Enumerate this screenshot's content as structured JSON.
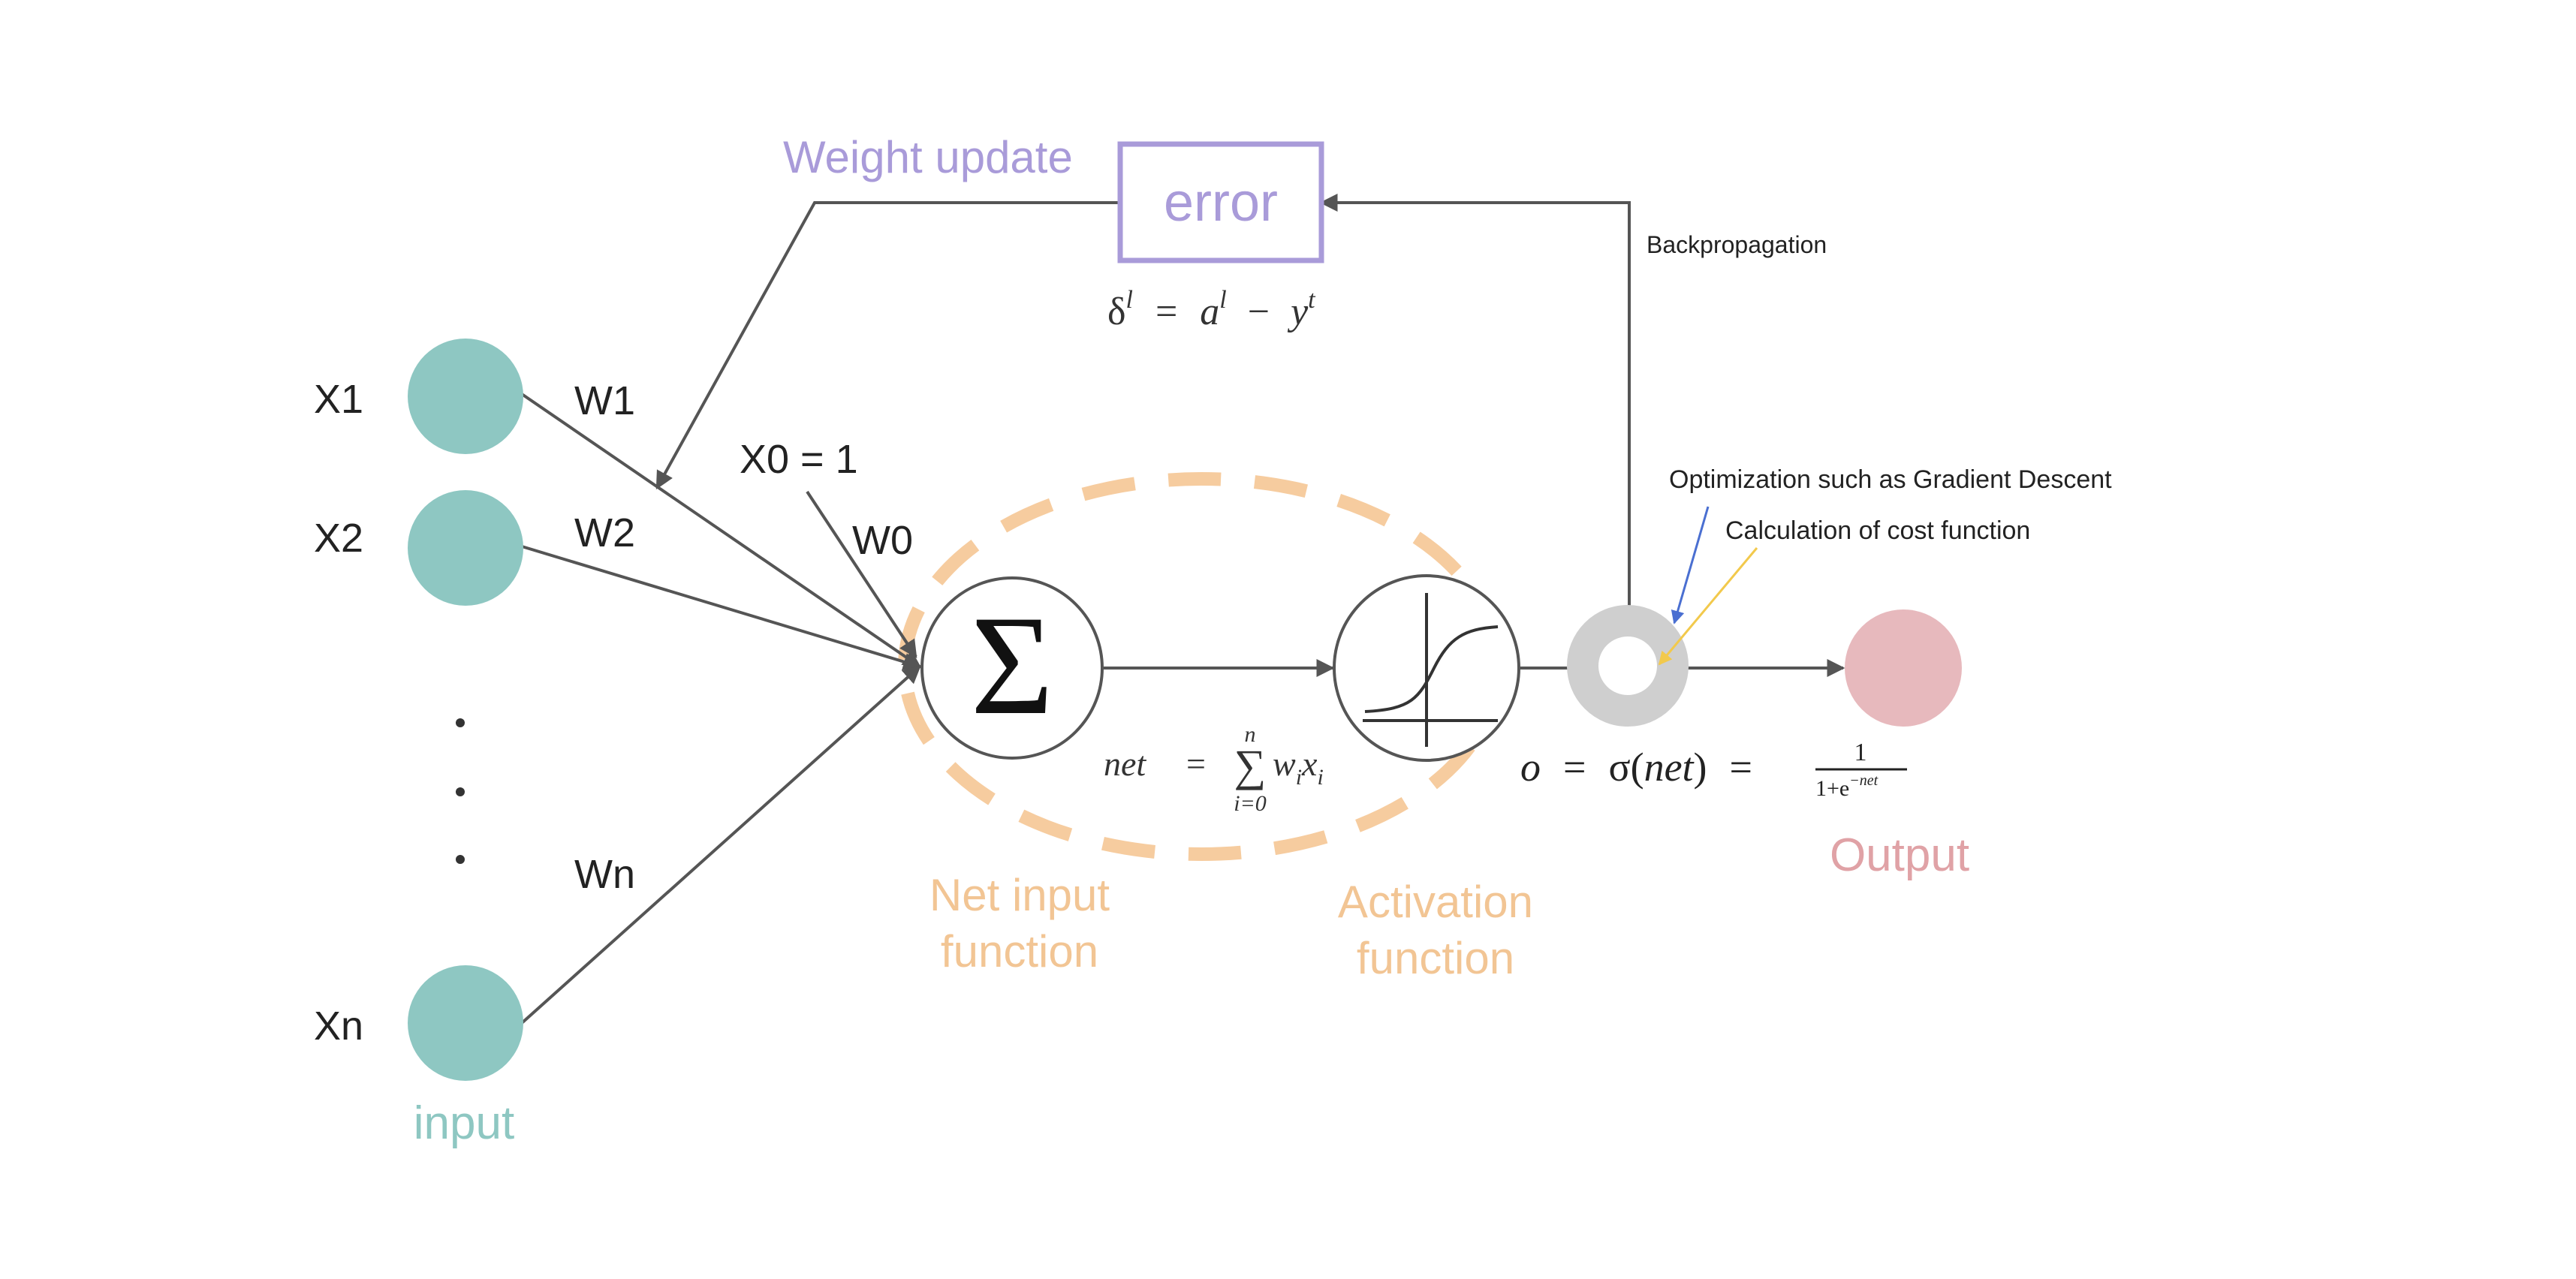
{
  "diagram": {
    "inputs": [
      {
        "label": "X1",
        "weight": "W1"
      },
      {
        "label": "X2",
        "weight": "W2"
      },
      {
        "label": "Xn",
        "weight": "Wn"
      }
    ],
    "input_caption": "input",
    "bias": {
      "label": "X0 = 1",
      "weight": "W0"
    },
    "weight_update_label": "Weight update",
    "error_box_label": "error",
    "error_formula": {
      "delta": "δ",
      "sup_l": "l",
      "eq": "=",
      "a": "a",
      "minus": "−",
      "y": "y",
      "sup_t": "t"
    },
    "backprop_label": "Backpropagation",
    "optimization_label": "Optimization such as Gradient Descent",
    "cost_label": "Calculation of cost function",
    "sum_symbol": "Σ",
    "net_formula": {
      "net": "net",
      "eq": "=",
      "sum": "∑",
      "upper": "n",
      "lower": "i=0",
      "w": "w",
      "x": "x",
      "sub_i": "i"
    },
    "output_formula": {
      "o": "o",
      "eq": "=",
      "sigma": "σ",
      "lparen": "(",
      "net": "net",
      "rparen": ")",
      "one": "1",
      "denom": "1+e",
      "sup": "−net"
    },
    "net_input_label": {
      "line1": "Net input",
      "line2": "function"
    },
    "activation_label": {
      "line1": "Activation",
      "line2": "function"
    },
    "output_label": "Output",
    "colors": {
      "teal": "#8ec7c2",
      "lavender": "#a99bd9",
      "peach": "#f6cc9f",
      "peach_text": "#f2c594",
      "pink": "#e7b9bd",
      "pink_text": "#e0a2a6",
      "gray_ring": "#cfcfcf",
      "line": "#555555",
      "blue_arrow": "#4a6fd1",
      "yellow_arrow": "#f2c94c"
    }
  }
}
